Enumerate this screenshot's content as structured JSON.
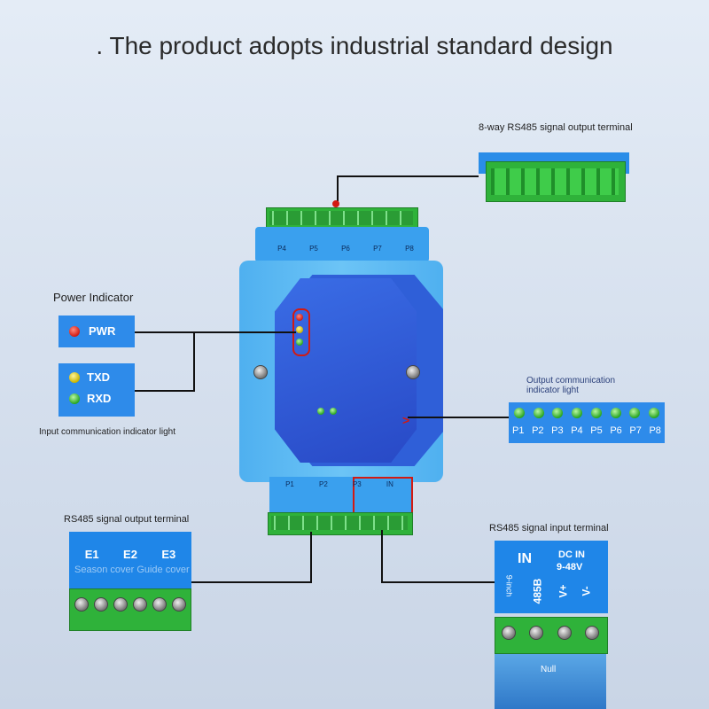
{
  "title": ". The product adopts industrial standard design",
  "labels": {
    "output_terminal_8way": "8-way RS485 signal output terminal",
    "power_indicator": "Power Indicator",
    "input_comm_indicator": "Input communication indicator light",
    "output_comm_indicator": "Output communication indicator light",
    "rs485_output_terminal": "RS485 signal output terminal",
    "rs485_input_terminal": "RS485 signal input terminal"
  },
  "power_panel": {
    "pwr": "PWR"
  },
  "comm_panel": {
    "txd": "TXD",
    "rxd": "RXD"
  },
  "output_leds": [
    "P1",
    "P2",
    "P3",
    "P4",
    "P5",
    "P6",
    "P7",
    "P8"
  ],
  "output_terminal_labels": {
    "e1": "E1",
    "e2": "E2",
    "e3": "E3",
    "watermark": "Season cover Guide cover"
  },
  "input_terminal": {
    "in": "IN",
    "dcin": "DC IN",
    "voltage": "9-48V",
    "b485": "485B",
    "vplus": "V+",
    "vminus": "V-",
    "inch": "9-inch",
    "null": "Null"
  },
  "device_top_ports": [
    "P4",
    "P5",
    "P6",
    "P7",
    "P8"
  ],
  "device_bottom_ports": [
    "P1",
    "P2",
    "P3",
    "IN"
  ],
  "colors": {
    "device_blue": "#2f6fe0",
    "led_green": "#28a522",
    "led_red": "#d21a12",
    "terminal_green": "#2fb23a"
  }
}
